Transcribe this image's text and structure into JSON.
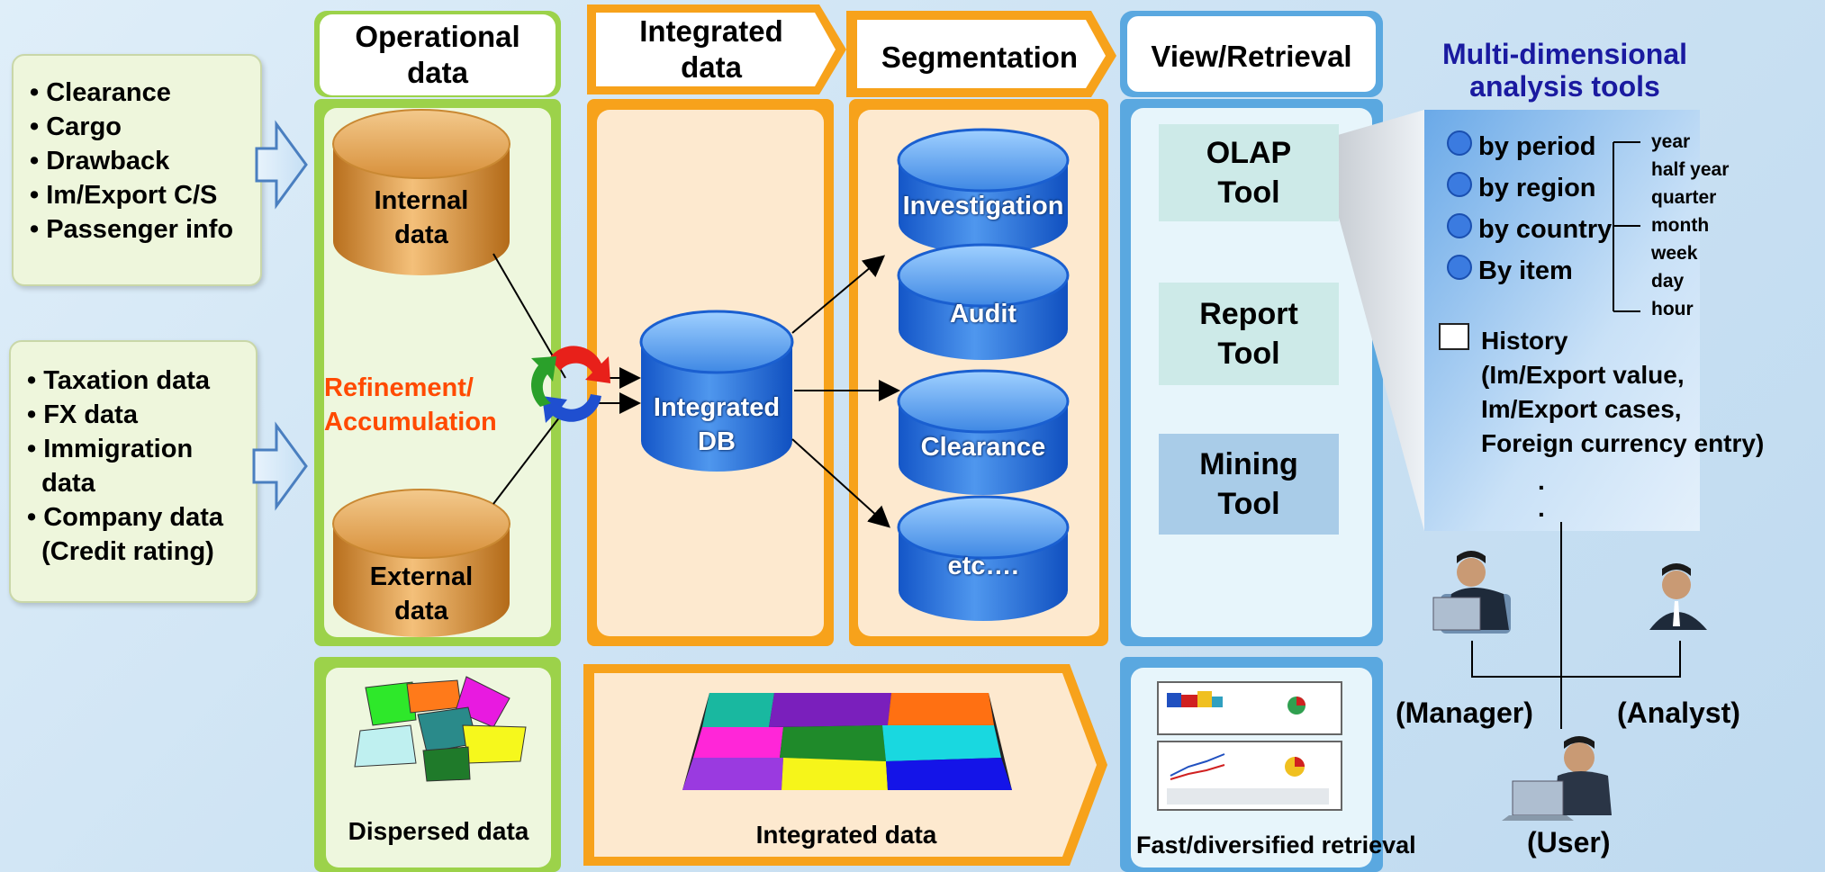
{
  "sources": {
    "group1": [
      "• Clearance",
      "• Cargo",
      "• Drawback",
      "• Im/Export C/S",
      "• Passenger info"
    ],
    "group2": [
      "• Taxation data",
      "• FX data",
      "• Immigration",
      "  data",
      "• Company data",
      "  (Credit rating)"
    ]
  },
  "headers": {
    "operational": "Operational data",
    "integrated": "Integrated data",
    "segmentation": "Segmentation",
    "view": "View/Retrieval"
  },
  "operational": {
    "internal": "Internal data",
    "external": "External data",
    "refinement": "Refinement/ Accumulation",
    "dispersed": "Dispersed data"
  },
  "integrated": {
    "db": "Integrated DB",
    "caption": "Integrated data"
  },
  "segments": [
    "Investigation",
    "Audit",
    "Clearance",
    "etc…."
  ],
  "tools": {
    "olap": "OLAP Tool",
    "report": "Report Tool",
    "mining": "Mining Tool",
    "retrieval_caption": "Fast/diversified retrieval"
  },
  "analysis": {
    "title_line1": "Multi-dimensional",
    "title_line2": "analysis tools",
    "dimensions": [
      "by period",
      "by region",
      "by country",
      "By item"
    ],
    "periods": [
      "year",
      "half year",
      "quarter",
      "month",
      "week",
      "day",
      "hour"
    ],
    "history_lines": [
      "History",
      "(Im/Export value,",
      "Im/Export cases,",
      "Foreign currency entry)"
    ],
    "dots": [
      ".",
      "."
    ]
  },
  "users": {
    "manager": "(Manager)",
    "analyst": "(Analyst)",
    "user": "(User)"
  },
  "colors": {
    "accent_red": "#ff4a00",
    "title_blue": "#1a1aa0",
    "panel_orange": "#f7a21b",
    "panel_green": "#9cd24a",
    "panel_blue": "#5aa8e0"
  }
}
